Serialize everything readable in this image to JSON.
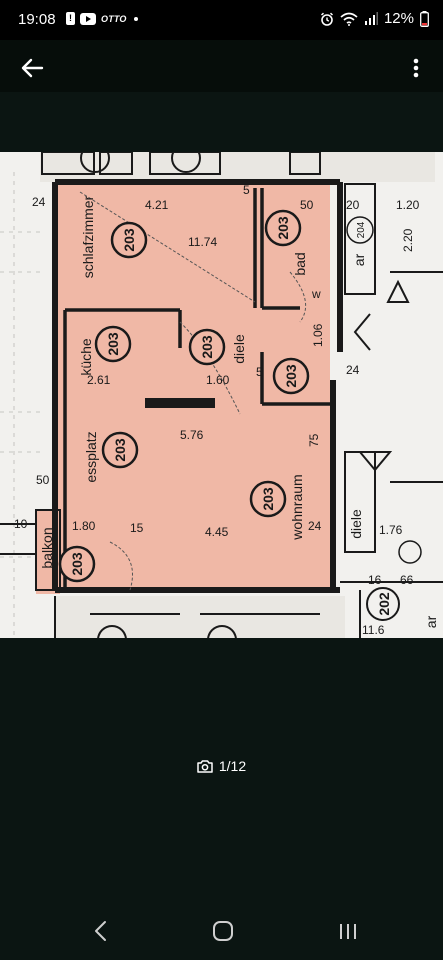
{
  "status_bar": {
    "time": "19:08",
    "notification_badge": "!",
    "otto_label": "OTTO",
    "battery_percent": "12%"
  },
  "app_bar": {
    "back_icon": "arrow-left-icon",
    "more_icon": "more-vertical-icon"
  },
  "floor_plan": {
    "unit_number": "203",
    "rooms": [
      {
        "name": "schlafzimmer",
        "area": "11.74",
        "width": "4.21"
      },
      {
        "name": "bad"
      },
      {
        "name": "küche",
        "dimension": "2.61"
      },
      {
        "name": "diele",
        "dimension": "1.60"
      },
      {
        "name": "essplatz"
      },
      {
        "name": "wohnraum",
        "width": "5.76",
        "depth": "4.45"
      },
      {
        "name": "balkon",
        "dimension": "1.80"
      },
      {
        "name": "ar"
      }
    ],
    "neighbor_units": [
      "204",
      "202"
    ],
    "dimensions": [
      "24",
      "5",
      "50",
      "20",
      "1.20",
      "2.20",
      "1.06",
      "24",
      "5",
      "75",
      "50",
      "24",
      "10",
      "15",
      "1.76",
      "66",
      "16",
      "11.6"
    ],
    "side_labels": [
      "diele",
      "ar",
      "w"
    ]
  },
  "viewer": {
    "counter": "1/12",
    "camera_icon": "camera-icon"
  },
  "nav_bar": {
    "back_icon": "nav-back-icon",
    "home_icon": "nav-home-icon",
    "recent_icon": "nav-recent-apps-icon"
  },
  "colors": {
    "background": "#0b1512",
    "plan_paper": "#f2f1ee",
    "plan_room_fill": "#f0b8a6",
    "plan_wall": "#1a1a1a"
  }
}
